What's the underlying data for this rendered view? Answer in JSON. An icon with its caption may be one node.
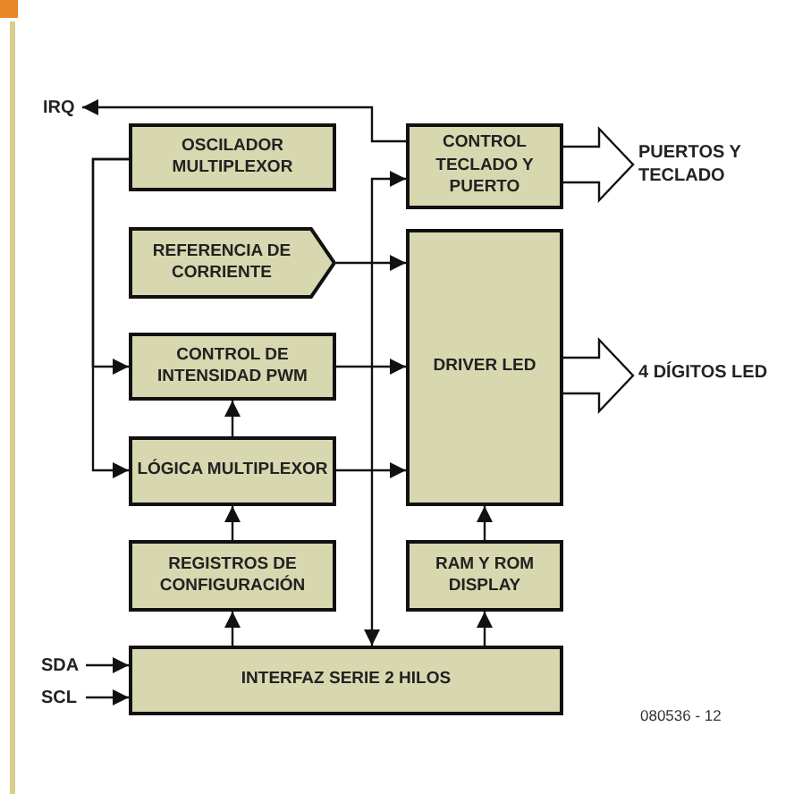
{
  "diagram": {
    "nodes": [
      {
        "text": [
          "IRQ"
        ]
      },
      {
        "text": [
          "OSCILADOR MULTIPLEXOR"
        ]
      },
      {
        "text": [
          "CONTROL TECLADO Y PUERTO"
        ]
      },
      {
        "text": [
          "PUERTOS Y TECLADO"
        ]
      },
      {
        "text": [
          "REFERENCIA DE CORRIENTE"
        ]
      },
      {
        "text": [
          "CONTROL DE INTENSIDAD PWM"
        ]
      },
      {
        "text": [
          "DRIVER LED"
        ]
      },
      {
        "text": [
          "4 DÍGITOS LED"
        ]
      },
      {
        "text": [
          "LÓGICA MULTIPLEXOR"
        ]
      },
      {
        "text": [
          "REGISTROS DE CONFIGURACIÓN"
        ]
      },
      {
        "text": [
          "RAM Y ROM DISPLAY"
        ]
      },
      {
        "text": [
          "SDA"
        ]
      },
      {
        "text": [
          "SCL"
        ]
      },
      {
        "text": [
          "INTERFAZ SERIE 2 HILOS"
        ]
      }
    ],
    "edges": [
      {
        "from": 2,
        "to": 0,
        "arrow": "to"
      },
      {
        "from": 2,
        "to": 3,
        "arrow": "to",
        "style": "thick"
      },
      {
        "from": 1,
        "to": 5,
        "arrow": "to"
      },
      {
        "from": 1,
        "to": 8,
        "arrow": "to"
      },
      {
        "from": 4,
        "to": 6,
        "arrow": "to"
      },
      {
        "from": 5,
        "to": 6,
        "arrow": "to"
      },
      {
        "from": 6,
        "to": 7,
        "arrow": "to",
        "style": "thick"
      },
      {
        "from": 8,
        "to": 5,
        "arrow": "to"
      },
      {
        "from": 8,
        "to": 6,
        "arrow": "to"
      },
      {
        "from": 9,
        "to": 8,
        "arrow": "to"
      },
      {
        "from": 10,
        "to": 6,
        "arrow": "to"
      },
      {
        "from": 13,
        "to": 9,
        "arrow": "to"
      },
      {
        "from": 13,
        "to": 10,
        "arrow": "to"
      },
      {
        "from": 13,
        "to": 2,
        "arrow": "both"
      },
      {
        "from": 11,
        "to": 13,
        "arrow": "to"
      },
      {
        "from": 12,
        "to": 13,
        "arrow": "to"
      }
    ],
    "labels": [
      "080536 - 12"
    ]
  }
}
